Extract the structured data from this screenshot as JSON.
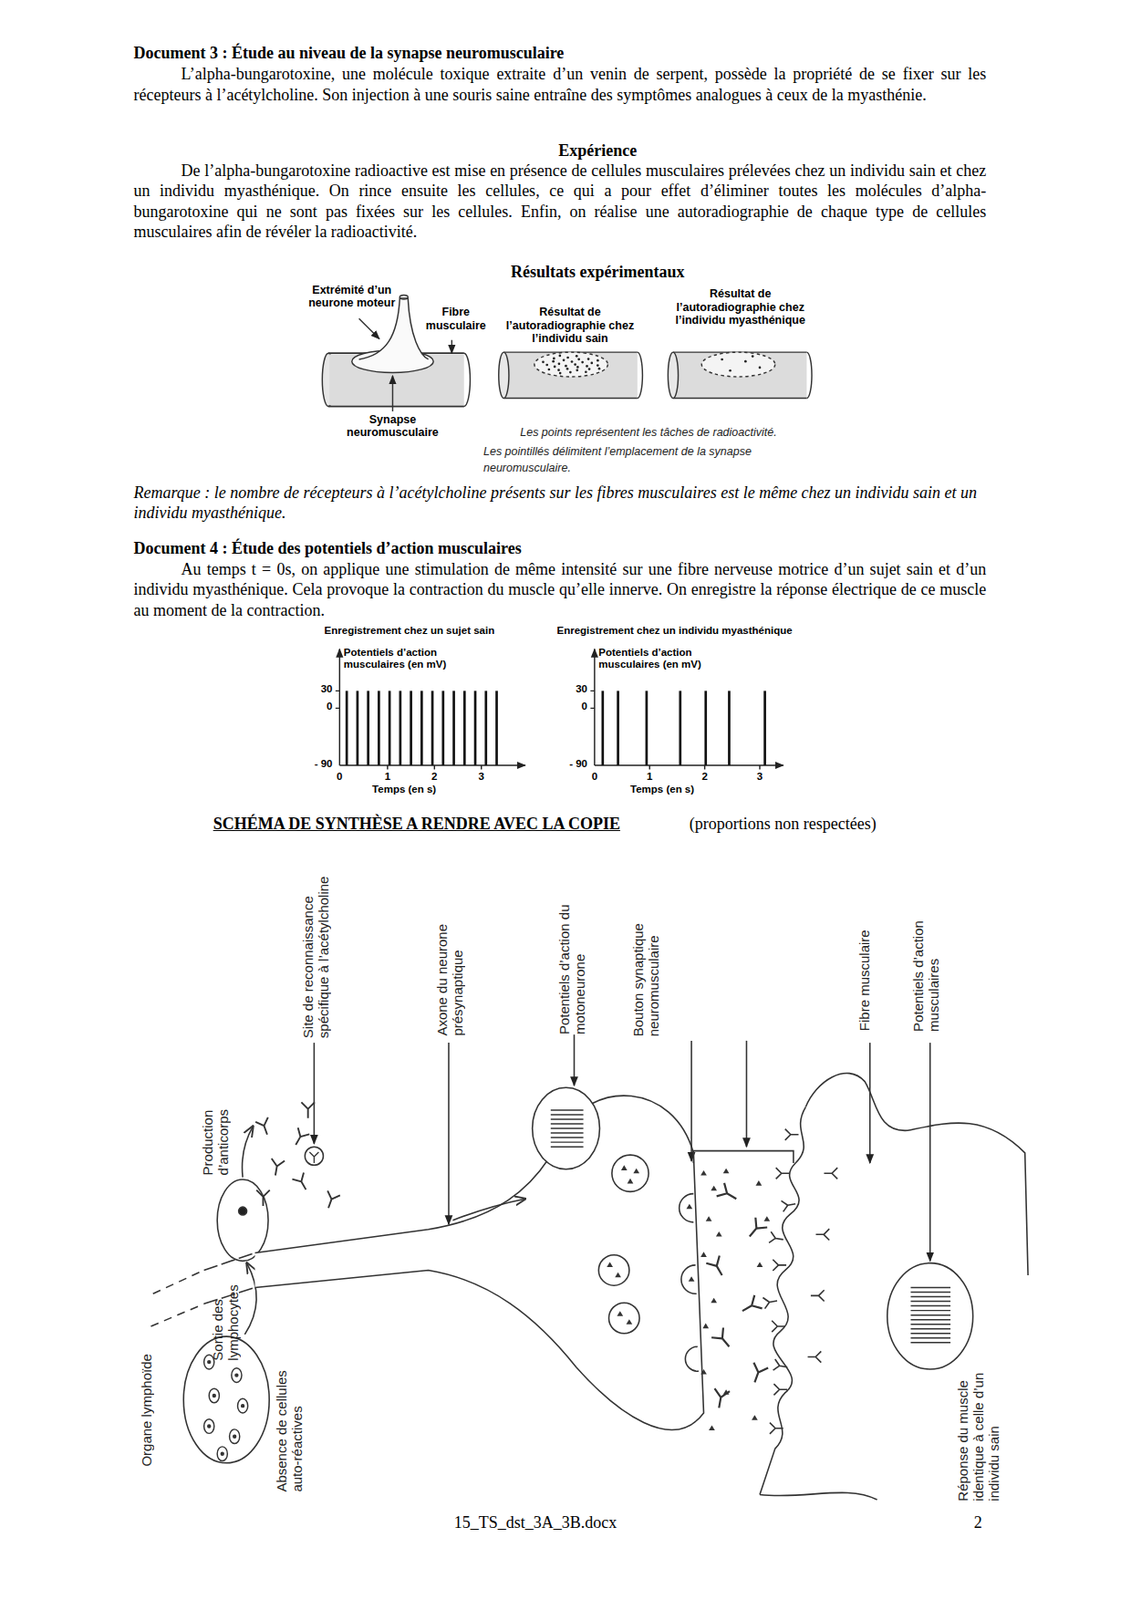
{
  "diagram": {
    "labels": [
      "Document 3 : Étude au niveau de la synapse neuromusculaire",
      "L’alpha-bungarotoxine, une molécule toxique extraite d’un venin de serpent, possède la propriété de se fixer sur les récepteurs à l’acétylcholine. Son injection à une souris saine entraîne des symptômes analogues à ceux de la myasthénie.",
      "Expérience",
      "De l’alpha-bungarotoxine radioactive est mise en présence de cellules musculaires prélevées chez un individu sain et chez un individu myasthénique. On rince ensuite les cellules, ce qui a pour effet d’éliminer toutes les molécules d’alpha-bungarotoxine qui ne sont pas fixées sur les cellules. Enfin, on réalise une autoradiographie de chaque type de cellules musculaires afin de révéler la radioactivité.",
      "Résultats expérimentaux",
      "Extrémité d’un neurone moteur",
      "Fibre musculaire",
      "Synapse neuromusculaire",
      "Résultat de l’autoradiographie chez l’individu sain",
      "Résultat de l’autoradiographie chez l’individu myasthénique",
      "Les points représentent les tâches de radioactivité.",
      "Les pointillés délimitent l’emplacement de la synapse neuromusculaire.",
      "Remarque : le nombre de récepteurs à l’acétylcholine présents sur les fibres musculaires est le même chez un individu sain et un individu myasthénique.",
      "Document 4 : Étude des potentiels d’action musculaires",
      "Au temps t = 0s, on applique une stimulation de même intensité sur une fibre nerveuse motrice d’un sujet sain et d’un individu myasthénique. Cela provoque la contraction du muscle qu’elle innerve. On enregistre la réponse électrique de ce muscle au moment de la contraction.",
      "Enregistrement chez un sujet sain",
      "Potentiels d’action musculaires (en mV)",
      "30",
      "0",
      "- 90",
      "0",
      "1",
      "2",
      "3",
      "Temps (en s)",
      "Enregistrement chez un individu myasthénique",
      "Potentiels d’action musculaires (en mV)",
      "30",
      "0",
      "- 90",
      "0",
      "1",
      "2",
      "3",
      "Temps (en s)",
      "SCHÉMA DE SYNTHÈSE A RENDRE AVEC LA COPIE",
      "(proportions non respectées)",
      "Site de reconnaissance spécifique à l’acétylcholine",
      "Axone du neurone présynaptique",
      "Potentiels d’action du motoneurone",
      "Bouton synaptique neuromusculaire",
      "Fibre musculaire",
      "Potentiels d’action musculaires",
      "Production d’anticorps",
      "Sortie des lymphocytes",
      "Organe lymphoïde",
      "Absence de cellules auto-réactives",
      "Réponse du muscle identique à celle d’un individu sain",
      "15_TS_dst_3A_3B.docx",
      "2"
    ]
  }
}
